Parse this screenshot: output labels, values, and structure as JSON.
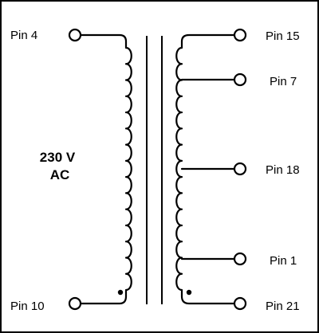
{
  "primary": {
    "pins": [
      {
        "label": "Pin 4"
      },
      {
        "label": "Pin 10"
      }
    ],
    "supply": {
      "line1": "230 V",
      "line2": "AC"
    }
  },
  "secondary": {
    "pins": [
      {
        "label": "Pin 15"
      },
      {
        "label": "Pin 7"
      },
      {
        "label": "Pin 18"
      },
      {
        "label": "Pin 1"
      },
      {
        "label": "Pin 21"
      }
    ]
  },
  "colors": {
    "line": "#000000",
    "background": "#ffffff"
  }
}
